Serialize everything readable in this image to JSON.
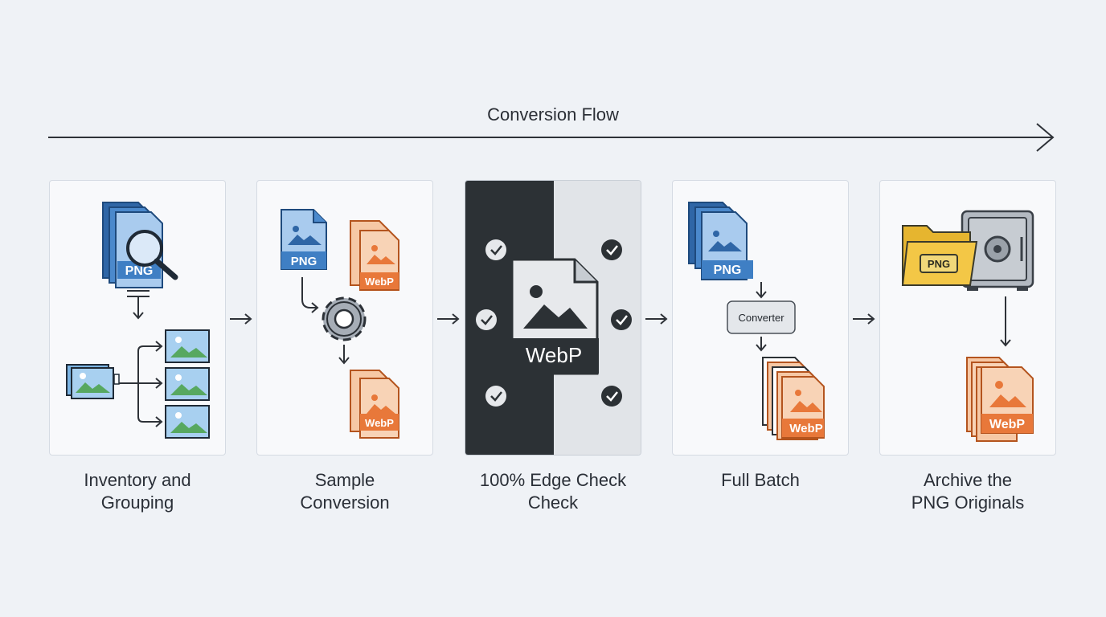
{
  "header": {
    "title": "Conversion Flow"
  },
  "badges": {
    "png": "PNG",
    "webp": "WebP",
    "converter": "Converter"
  },
  "steps": [
    {
      "label": "Inventory and Grouping"
    },
    {
      "label": "Sample Conversion"
    },
    {
      "label": "100% Edge Check Check"
    },
    {
      "label": "Full Batch"
    },
    {
      "label": "Archive the PNG Originals"
    }
  ],
  "colors": {
    "png_blue": "#3f7fc4",
    "webp_orange": "#e8783a",
    "dark_panel": "#2c3135",
    "folder_yellow": "#f3c746"
  }
}
